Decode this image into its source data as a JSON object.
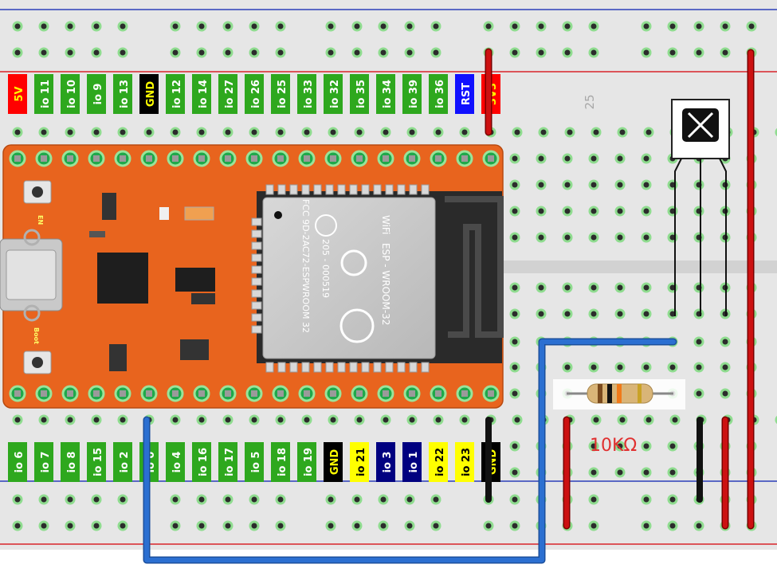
{
  "breadboard": {
    "row_number_label": "25",
    "colors": {
      "board": "#e9e9e9",
      "rail_red": "#d9232a",
      "rail_blue": "#2b3fb8",
      "hole_ring": "#8fdc8f",
      "hole": "#2c2c2c"
    }
  },
  "top_pin_labels": [
    {
      "text": "5V",
      "color": "#ff0000",
      "textColor": "#ffff00"
    },
    {
      "text": "io 11",
      "color": "#2ea81e",
      "textColor": "#ffffff"
    },
    {
      "text": "io 10",
      "color": "#2ea81e",
      "textColor": "#ffffff"
    },
    {
      "text": "io 9",
      "color": "#2ea81e",
      "textColor": "#ffffff"
    },
    {
      "text": "io 13",
      "color": "#2ea81e",
      "textColor": "#ffffff"
    },
    {
      "text": "GND",
      "color": "#000000",
      "textColor": "#ffff00"
    },
    {
      "text": "io 12",
      "color": "#2ea81e",
      "textColor": "#ffffff"
    },
    {
      "text": "io 14",
      "color": "#2ea81e",
      "textColor": "#ffffff"
    },
    {
      "text": "io 27",
      "color": "#2ea81e",
      "textColor": "#ffffff"
    },
    {
      "text": "io 26",
      "color": "#2ea81e",
      "textColor": "#ffffff"
    },
    {
      "text": "io 25",
      "color": "#2ea81e",
      "textColor": "#ffffff"
    },
    {
      "text": "io 33",
      "color": "#2ea81e",
      "textColor": "#ffffff"
    },
    {
      "text": "io 32",
      "color": "#2ea81e",
      "textColor": "#ffffff"
    },
    {
      "text": "io 35",
      "color": "#2ea81e",
      "textColor": "#ffffff"
    },
    {
      "text": "io 34",
      "color": "#2ea81e",
      "textColor": "#ffffff"
    },
    {
      "text": "io 39",
      "color": "#2ea81e",
      "textColor": "#ffffff"
    },
    {
      "text": "io 36",
      "color": "#2ea81e",
      "textColor": "#ffffff"
    },
    {
      "text": "RST",
      "color": "#1010ff",
      "textColor": "#ffffff"
    },
    {
      "text": "3V3",
      "color": "#ff0000",
      "textColor": "#ffff00"
    }
  ],
  "bottom_pin_labels": [
    {
      "text": "io 6",
      "color": "#2ea81e",
      "textColor": "#ffffff"
    },
    {
      "text": "io 7",
      "color": "#2ea81e",
      "textColor": "#ffffff"
    },
    {
      "text": "io 8",
      "color": "#2ea81e",
      "textColor": "#ffffff"
    },
    {
      "text": "io 15",
      "color": "#2ea81e",
      "textColor": "#ffffff"
    },
    {
      "text": "io 2",
      "color": "#2ea81e",
      "textColor": "#ffffff"
    },
    {
      "text": "io 0",
      "color": "#2ea81e",
      "textColor": "#ffffff"
    },
    {
      "text": "io 4",
      "color": "#2ea81e",
      "textColor": "#ffffff"
    },
    {
      "text": "io 16",
      "color": "#2ea81e",
      "textColor": "#ffffff"
    },
    {
      "text": "io 17",
      "color": "#2ea81e",
      "textColor": "#ffffff"
    },
    {
      "text": "io 5",
      "color": "#2ea81e",
      "textColor": "#ffffff"
    },
    {
      "text": "io 18",
      "color": "#2ea81e",
      "textColor": "#ffffff"
    },
    {
      "text": "io 19",
      "color": "#2ea81e",
      "textColor": "#ffffff"
    },
    {
      "text": "GND",
      "color": "#000000",
      "textColor": "#ffff00"
    },
    {
      "text": "io 21",
      "color": "#ffff00",
      "textColor": "#000000"
    },
    {
      "text": "io 3",
      "color": "#000080",
      "textColor": "#ffffff"
    },
    {
      "text": "io 1",
      "color": "#000080",
      "textColor": "#ffffff"
    },
    {
      "text": "io 22",
      "color": "#ffff00",
      "textColor": "#000000"
    },
    {
      "text": "io 23",
      "color": "#ffff00",
      "textColor": "#000000"
    },
    {
      "text": "GND",
      "color": "#000000",
      "textColor": "#ffff00"
    }
  ],
  "esp32_board": {
    "color": "#e8641e",
    "button_en_label": "EN",
    "button_boot_label": "Boot",
    "module_texts": {
      "title": "ESP - WROOM-32",
      "fcc": "FCC  9D-2AC72-ESPWROOM 32",
      "r_code": "205 - 000519",
      "wifi": "WiFi"
    }
  },
  "components": {
    "resistor_label": "10KΩ",
    "resistor_color": "#e03030"
  },
  "wires": {
    "signal_color": "#2b6fd1",
    "power_color": "#cc1111",
    "ground_color": "#111111"
  }
}
